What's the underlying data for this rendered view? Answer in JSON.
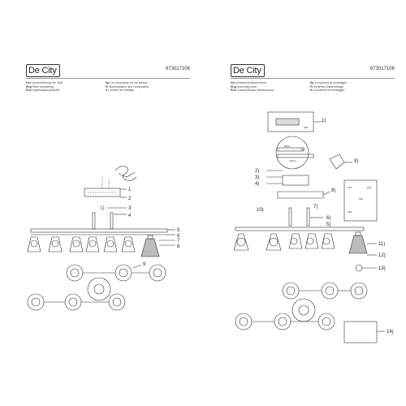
{
  "left_page": {
    "logo": "De City",
    "article": "673017106",
    "legend_col1": [
      {
        "lang": "Ger",
        "text": "Nummerierung der Teile"
      },
      {
        "lang": "Eng",
        "text": "Parts numbering"
      },
      {
        "lang": "Rus",
        "text": "Нумерация деталей"
      }
    ],
    "legend_col2": [
      {
        "lang": "Sp",
        "text": "La numeración de las piezas"
      },
      {
        "lang": "Fr",
        "text": "Numérotation des composants"
      },
      {
        "lang": "It",
        "text": "I numeri dei dettagli"
      }
    ],
    "callouts": [
      "1",
      "2",
      "3",
      "4",
      "5",
      "6",
      "7",
      "8",
      "9"
    ]
  },
  "right_page": {
    "logo": "De City",
    "article": "673017106",
    "legend_col1": [
      {
        "lang": "Ger",
        "text": "Zusammenbauschema"
      },
      {
        "lang": "Eng",
        "text": "Assembly chart"
      },
      {
        "lang": "Rus",
        "text": "Схема сборки светильника"
      }
    ],
    "legend_col2": [
      {
        "lang": "Sp",
        "text": "La schema di montaggio"
      },
      {
        "lang": "Fr",
        "text": "Schéma d'assemblage"
      },
      {
        "lang": "It",
        "text": "La schema di montaggio"
      }
    ],
    "callouts": [
      "1)",
      "2)",
      "3)",
      "4)",
      "5)",
      "6)",
      "7)",
      "8)",
      "9)",
      "10)",
      "11)",
      "12)",
      "13)",
      "14)"
    ],
    "switch_off": "OFF",
    "dims": {
      "a": "28mm",
      "b": "3mm",
      "c": "140mm"
    },
    "temps": {
      "t1": "120",
      "t2": "120",
      "t3": "120",
      "t4": "120"
    }
  }
}
